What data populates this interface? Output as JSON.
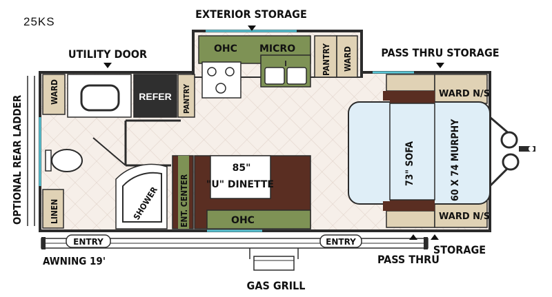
{
  "model": "25KS",
  "labels": {
    "exterior_storage": "EXTERIOR STORAGE",
    "utility_door": "UTILITY DOOR",
    "pass_thru_storage": "PASS THRU STORAGE",
    "optional_rear_ladder": "OPTIONAL REAR LADDER",
    "ohc_kitchen": "OHC",
    "micro": "MICRO",
    "pantry_top": "PANTRY",
    "ward_top": "WARD",
    "ward_rear": "WARD",
    "refer": "REFER",
    "pantry_side": "PANTRY",
    "ward_ns_top": "WARD N/S",
    "ward_ns_bottom": "WARD N/S",
    "murphy": "60 X 74 MURPHY",
    "sofa": "73\" SOFA",
    "dinette_size": "85\"",
    "dinette_name": "\"U\" DINETTE",
    "ent_center": "ENT. CENTER",
    "ohc_dinette": "OHC",
    "shower": "SHOWER",
    "linen": "LINEN",
    "entry_left": "ENTRY",
    "entry_right": "ENTRY",
    "awning": "AWNING 19'",
    "gas_grill": "GAS GRILL",
    "pass_thru": "PASS THRU",
    "storage": "STORAGE"
  },
  "colors": {
    "wall": "#2b2b2b",
    "floor": "#f6efe9",
    "floor_grid": "#e2d5cc",
    "cabinet_green": "#7e9255",
    "cabinet_tan": "#e0d2b5",
    "wood_brown": "#5a2e22",
    "bed_blue": "#dfeef7",
    "refer_dark": "#2f2f2f",
    "window_cyan": "#5bc8d8"
  }
}
